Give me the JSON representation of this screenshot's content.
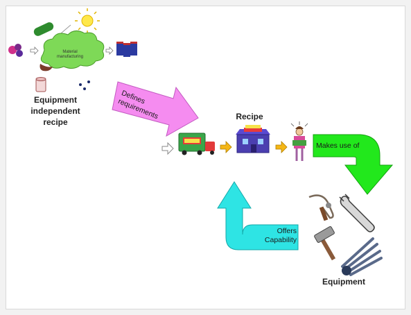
{
  "labels": {
    "equipment_independent_recipe": "Equipment\nindependent\nrecipe",
    "recipe": "Recipe",
    "equipment": "Equipment",
    "material_cloud": "Material\nmanufacturing"
  },
  "arrows": {
    "defines": "Defines\nrequirements",
    "makes_use_of": "Makes use of",
    "offers": "Offers\nCapability"
  },
  "colors": {
    "defines_arrow": "#f58cf0",
    "makes_use_arrow": "#22e81c",
    "offers_arrow": "#2ee4e4",
    "cloud": "#7ed957",
    "bus": "#3aa64a",
    "building": "#4b3fb0"
  }
}
